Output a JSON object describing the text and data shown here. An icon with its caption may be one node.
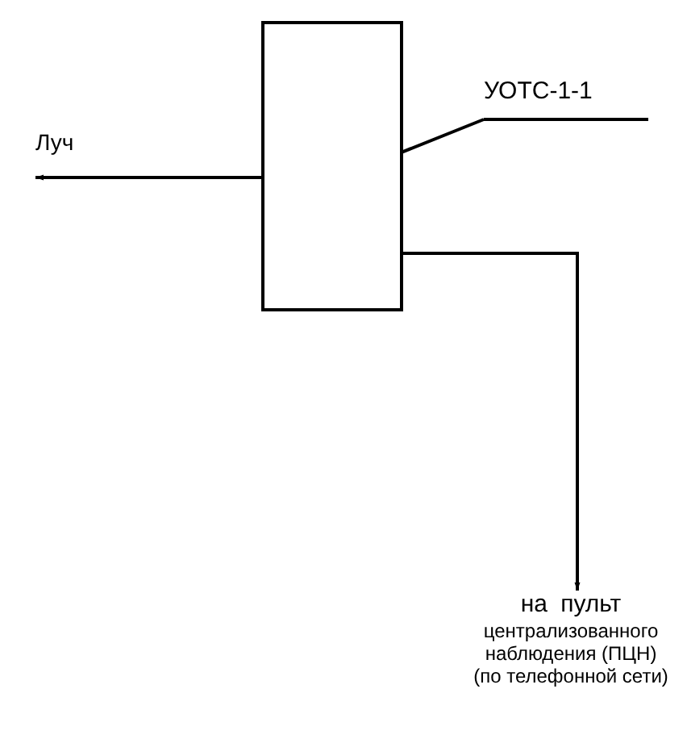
{
  "diagram": {
    "nodes": [
      {
        "text": [],
        "shape": "box"
      },
      {
        "text": [
          "УОТС-1-1"
        ]
      },
      {
        "text": [
          "Луч"
        ]
      },
      {
        "text": [
          "на пульт",
          "централизованного наблюдения (ПЦН)",
          "(по телефонной сети)"
        ]
      }
    ],
    "edges": [
      {
        "from": 1,
        "to": 0,
        "arrow": "none"
      },
      {
        "from": 0,
        "to": 2,
        "arrow": "to"
      },
      {
        "from": 0,
        "to": 3,
        "arrow": "to"
      }
    ]
  }
}
